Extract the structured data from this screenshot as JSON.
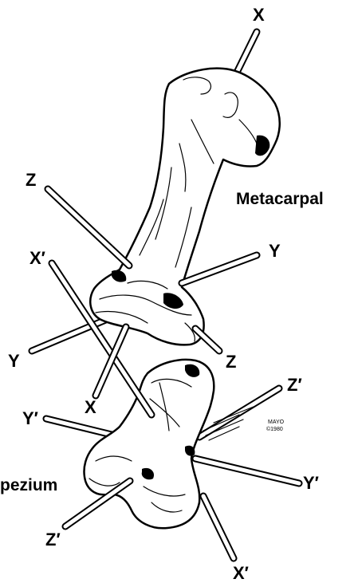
{
  "labels": {
    "metacarpal": "Metacarpal",
    "trapezium": "pezium",
    "x_top": "X",
    "z_mc": "Z",
    "y_mc_right": "Y",
    "x_prime_left": "X′",
    "y_mc_left": "Y",
    "z_mc_right": "Z",
    "x_lower": "X",
    "z_prime_right": "Z′",
    "y_prime_left": "Y′",
    "y_prime_right": "Y′",
    "z_prime_left": "Z′",
    "x_prime_bottom": "X′"
  },
  "signature": {
    "name": "MAYO",
    "year": "©1980"
  }
}
